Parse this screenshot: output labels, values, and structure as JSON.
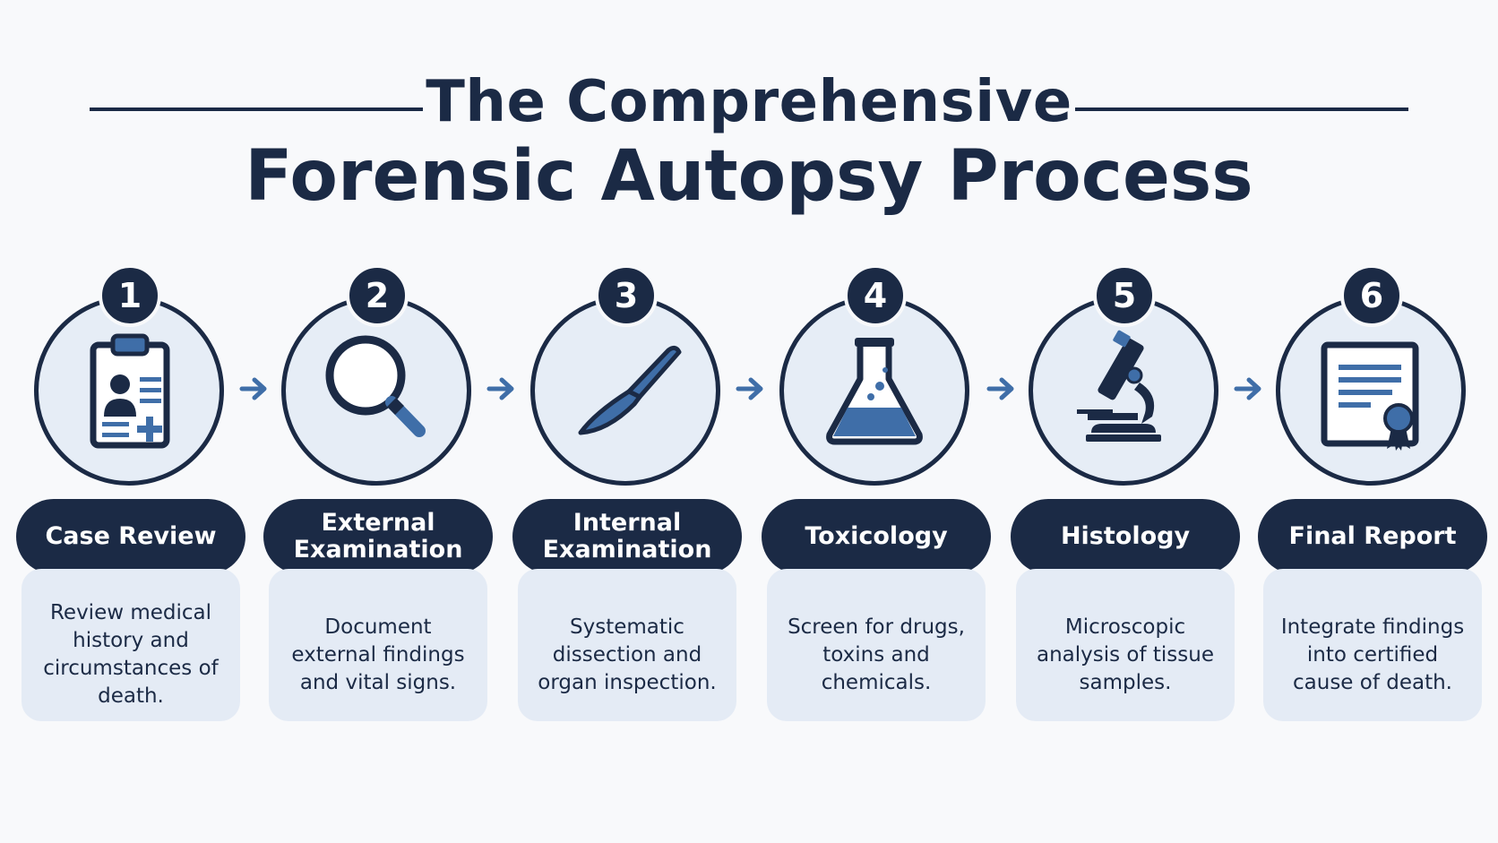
{
  "title": {
    "line1": "The Comprehensive",
    "line2": "Forensic Autopsy Process"
  },
  "colors": {
    "navy": "#1b2a45",
    "accent_blue": "#3f6ea8",
    "light_panel": "#e4ebf5"
  },
  "steps": [
    {
      "number": "1",
      "label": "Case Review",
      "description": "Review medical history and circumstances of death.",
      "icon": "clipboard-icon"
    },
    {
      "number": "2",
      "label": "External Examination",
      "description": "Document external findings and vital signs.",
      "icon": "magnifying-glass-icon"
    },
    {
      "number": "3",
      "label": "Internal Examination",
      "description": "Systematic dissection and organ inspection.",
      "icon": "scalpel-icon"
    },
    {
      "number": "4",
      "label": "Toxicology",
      "description": "Screen for drugs, toxins and chemicals.",
      "icon": "flask-icon"
    },
    {
      "number": "5",
      "label": "Histology",
      "description": "Microscopic analysis of tissue samples.",
      "icon": "microscope-icon"
    },
    {
      "number": "6",
      "label": "Final Report",
      "description": "Integrate findings into certified cause of death.",
      "icon": "certificate-icon"
    }
  ]
}
